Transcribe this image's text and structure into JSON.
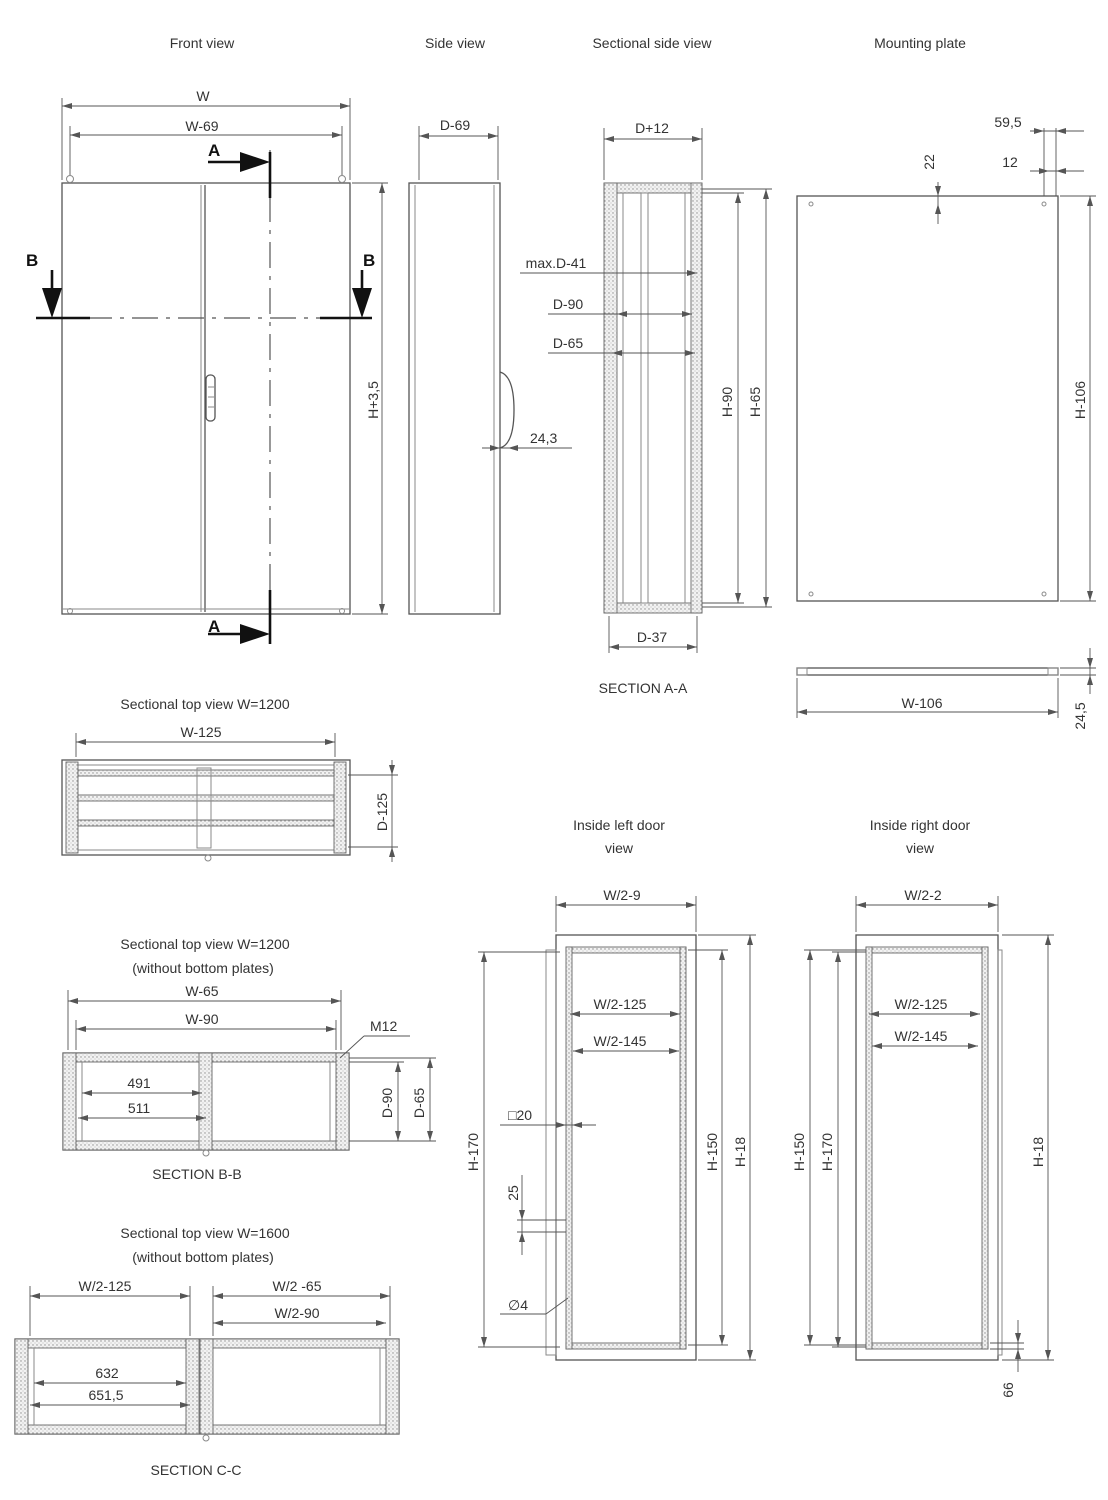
{
  "views": {
    "front_view": "Front view",
    "side_view": "Side view",
    "sectional_side_view": "Sectional side view",
    "mounting_plate": "Mounting plate",
    "sectional_top_1200": "Sectional top view W=1200",
    "sectional_top_1200_nb_line1": "Sectional top view W=1200",
    "sectional_top_1200_nb_line2": "(without bottom plates)",
    "sectional_top_1600_line1": "Sectional top view W=1600",
    "sectional_top_1600_line2": "(without bottom plates)",
    "inside_left_line1": "Inside left door",
    "inside_left_line2": "view",
    "inside_right_line1": "Inside right door",
    "inside_right_line2": "view",
    "section_aa": "SECTION A-A",
    "section_bb": "SECTION B-B",
    "section_cc": "SECTION C-C"
  },
  "markers": {
    "a": "A",
    "b": "B"
  },
  "dims": {
    "front": {
      "w": "W",
      "w69": "W-69",
      "h35": "H+3,5"
    },
    "side": {
      "d69": "D-69",
      "d243": "24,3"
    },
    "section": {
      "d12": "D+12",
      "maxd41": "max.D-41",
      "d90": "D-90",
      "d65": "D-65",
      "h90": "H-90",
      "h65": "H-65",
      "d37": "D-37"
    },
    "plate": {
      "w595": "59,5",
      "w12": "12",
      "h22": "22",
      "h106": "H-106",
      "w106": "W-106",
      "t245": "24,5"
    },
    "top1200": {
      "w125": "W-125",
      "d125": "D-125"
    },
    "bb": {
      "w65": "W-65",
      "w90": "W-90",
      "m12": "M12",
      "n491": "491",
      "n511": "511",
      "d90": "D-90",
      "d65": "D-65"
    },
    "cc": {
      "w2_125": "W/2-125",
      "w2_65": "W/2 -65",
      "w2_90": "W/2-90",
      "n632": "632",
      "n6515": "651,5"
    },
    "left_door": {
      "w2_9": "W/2-9",
      "w2_125": "W/2-125",
      "w2_145": "W/2-145",
      "sq20": "□20",
      "n25": "25",
      "dia4": "∅4",
      "h170": "H-170",
      "h150": "H-150",
      "h18": "H-18"
    },
    "right_door": {
      "w2_2": "W/2-2",
      "w2_125": "W/2-125",
      "w2_145": "W/2-145",
      "h150": "H-150",
      "h170": "H-170",
      "h18": "H-18",
      "n66": "66"
    }
  }
}
